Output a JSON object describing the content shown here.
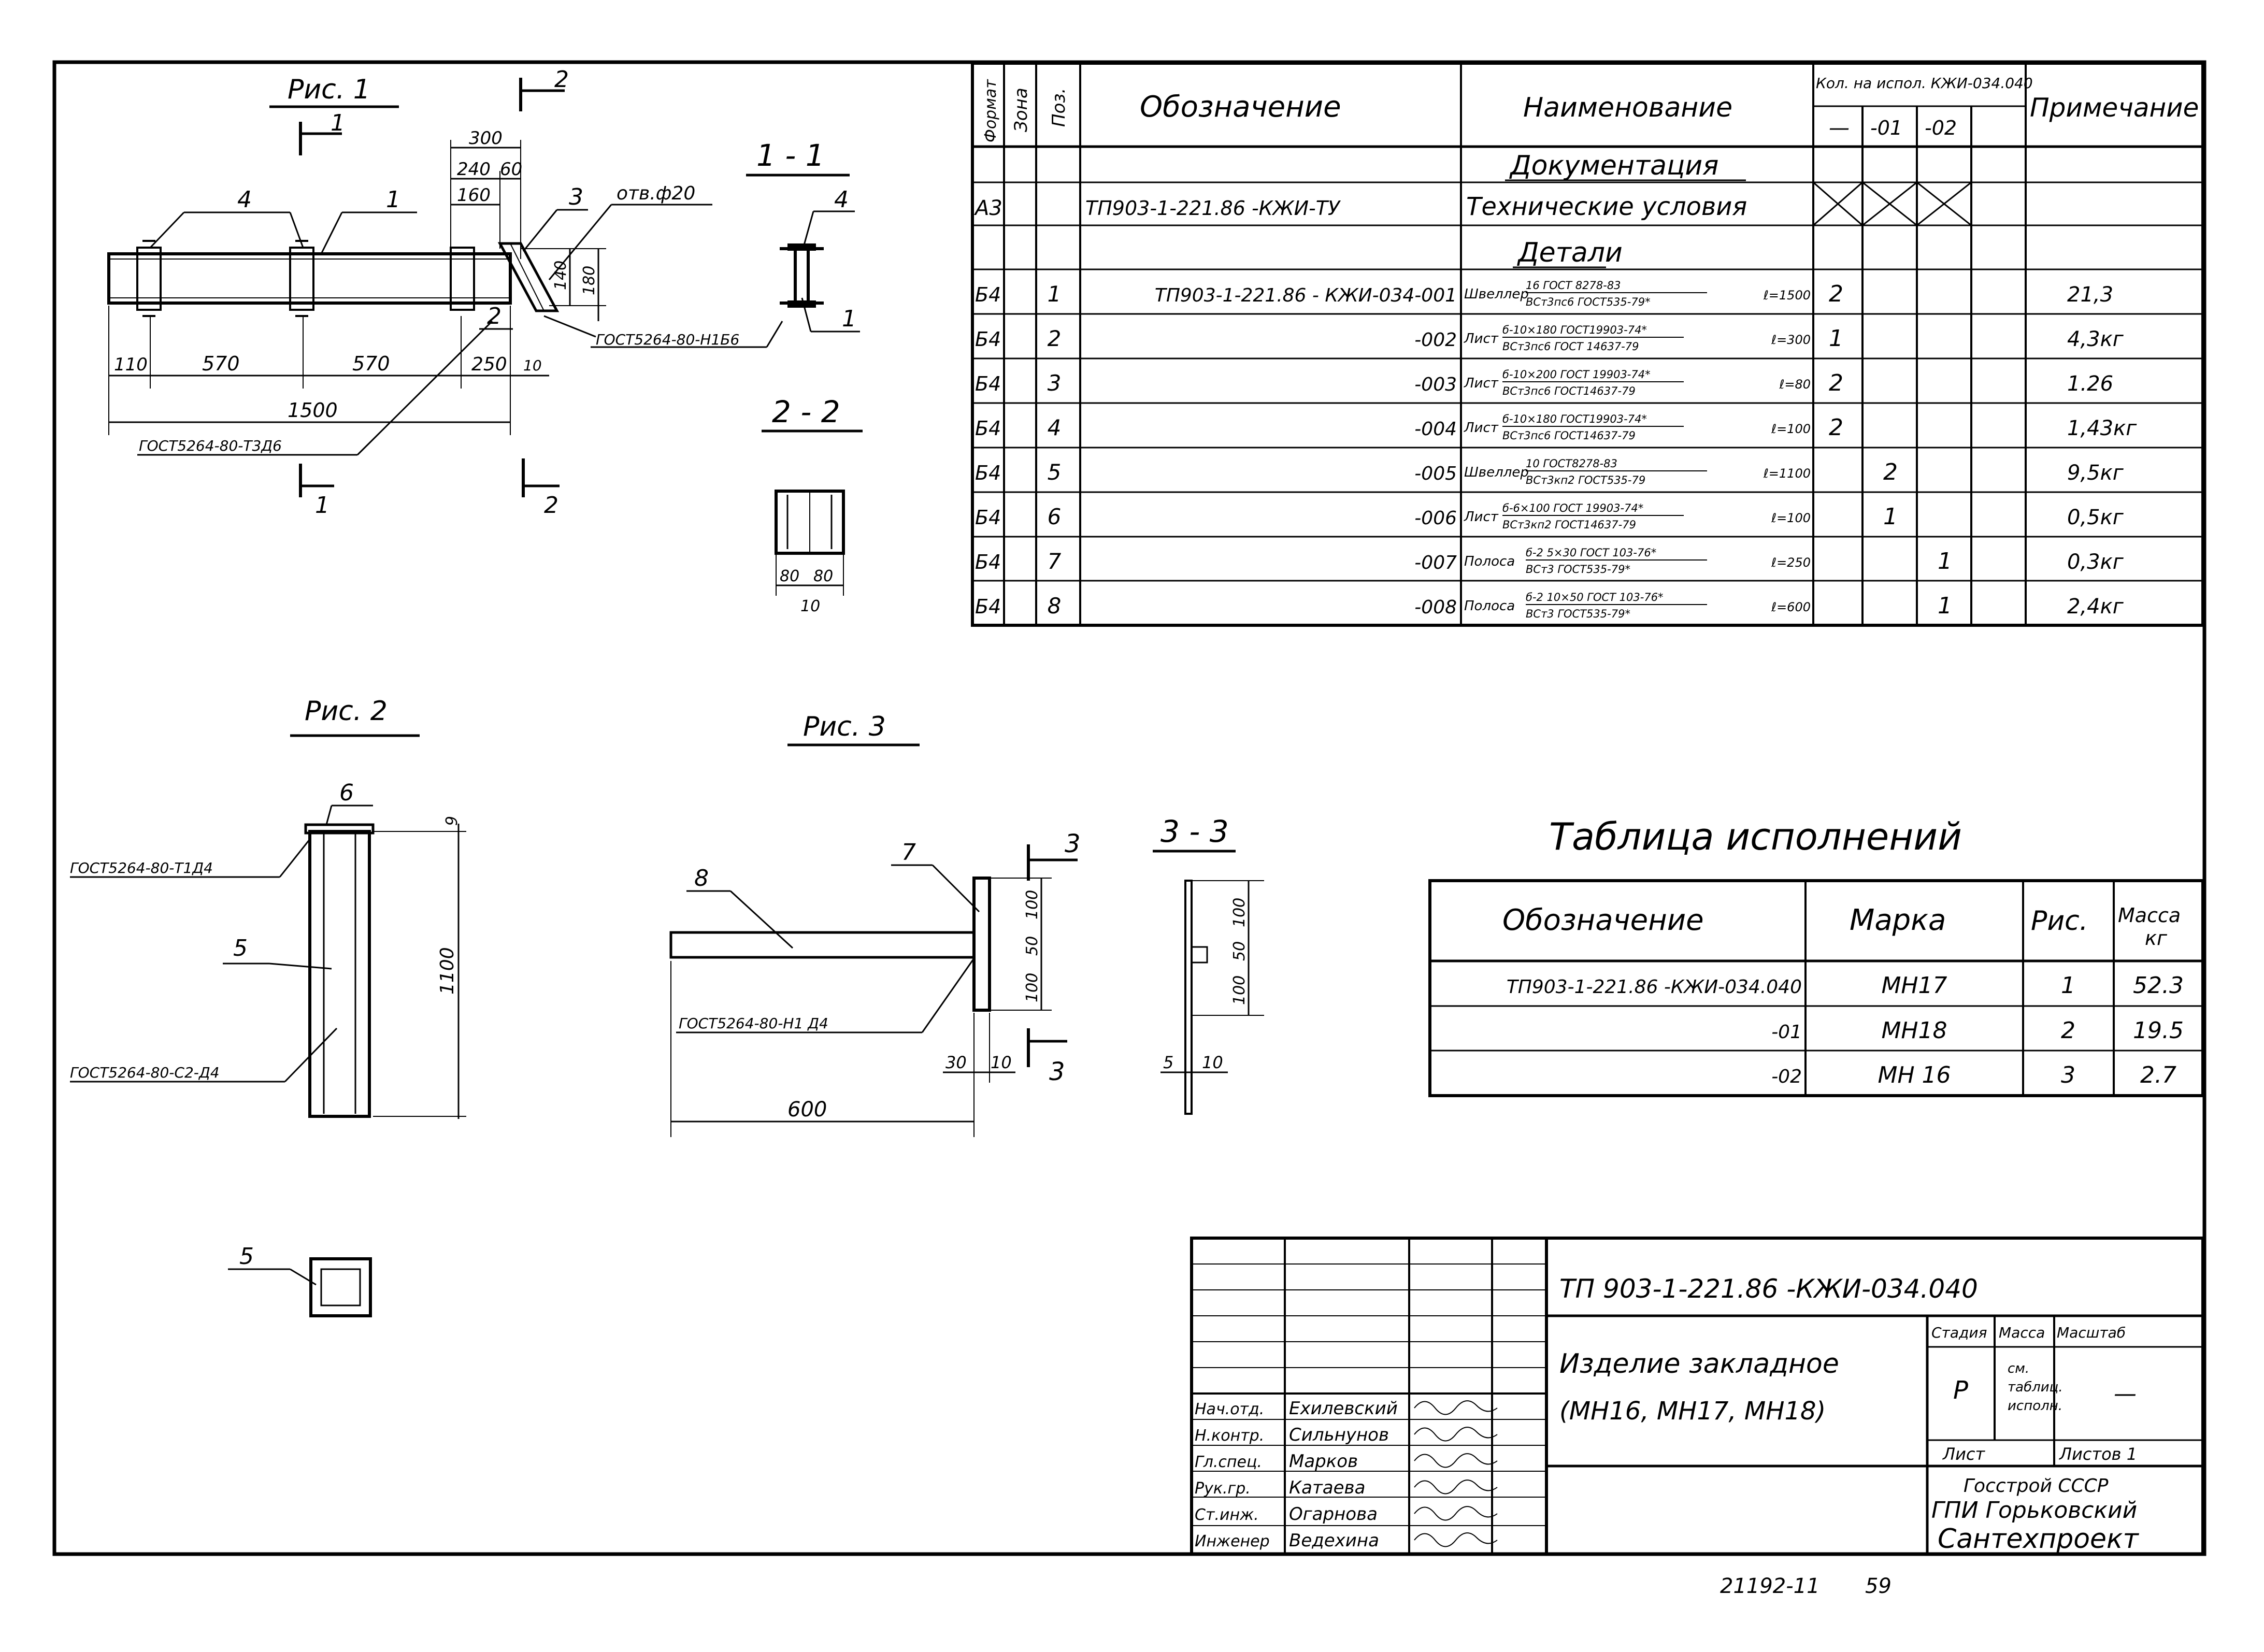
{
  "figures": {
    "fig1": {
      "title": "Рис. 1",
      "section_markers": {
        "s1": "1",
        "s2": "2"
      },
      "dims": {
        "d300": "300",
        "d240": "240",
        "d60": "60",
        "d160": "160",
        "d140": "140",
        "d180": "180",
        "d110": "110",
        "d570a": "570",
        "d570b": "570",
        "d250": "250",
        "d10": "10",
        "d1500": "1500"
      },
      "callouts": {
        "c4": "4",
        "c1": "1",
        "c3": "3",
        "c2": "2"
      },
      "hole": "отв.ф20",
      "weld1": "ГОСТ5264-80-Н1Б6",
      "weld2": "ГОСТ5264-80-Т3Д6"
    },
    "sec11": {
      "title": "1 - 1",
      "c4": "4",
      "c1": "1"
    },
    "sec22": {
      "title": "2 - 2",
      "d80a": "80",
      "d80b": "80",
      "d10": "10"
    },
    "fig2": {
      "title": "Рис. 2",
      "c6": "6",
      "c5": "5",
      "d6": "6",
      "d1100": "1100",
      "weld1": "ГОСТ5264-80-Т1Д4",
      "weld2": "ГОСТ5264-80-С2-Д4"
    },
    "fig3": {
      "title": "Рис. 3",
      "c8": "8",
      "c7": "7",
      "s3": "3",
      "s3b": "3",
      "d100a": "100",
      "d50": "50",
      "d100b": "100",
      "d30": "30",
      "d10": "10",
      "d600": "600",
      "weld": "ГОСТ5264-80-Н1 Д4"
    },
    "sec33": {
      "title": "3 - 3",
      "d100a": "100",
      "d50": "50",
      "d100b": "100",
      "d5": "5",
      "d10": "10"
    },
    "fig5": {
      "c5": "5"
    }
  },
  "spec": {
    "headers": {
      "format": "Формат",
      "zone": "Зона",
      "pos": "Поз.",
      "designation": "Обозначение",
      "name": "Наименование",
      "qty": "Кол. на испол. КЖИ-034.040",
      "v0": "—",
      "v1": "-01",
      "v2": "-02",
      "note": "Примечание"
    },
    "sections": {
      "doc": "Документация",
      "parts": "Детали"
    },
    "doc_row": {
      "format": "А3",
      "designation": "ТП903-1-221.86    -КЖИ-ТУ",
      "name": "Технические условия"
    },
    "rows": [
      {
        "format": "Б4",
        "pos": "1",
        "designation": "ТП903-1-221.86 - КЖИ-034-001",
        "name_prefix": "Швеллер",
        "num": "16 ГОСТ 8278-83",
        "den": "ВСт3пс6 ГОСТ535-79*",
        "len": "ℓ=1500",
        "q0": "2",
        "q1": "",
        "q2": "",
        "note": "21,3"
      },
      {
        "format": "Б4",
        "pos": "2",
        "designation": "-002",
        "name_prefix": "Лист",
        "num": "б-10×180 ГОСТ19903-74*",
        "den": "ВСт3пс6 ГОСТ 14637-79",
        "len": "ℓ=300",
        "q0": "1",
        "q1": "",
        "q2": "",
        "note": "4,3кг"
      },
      {
        "format": "Б4",
        "pos": "3",
        "designation": "-003",
        "name_prefix": "Лист",
        "num": "б-10×200 ГОСТ 19903-74*",
        "den": "ВСт3пс6 ГОСТ14637-79",
        "len": "ℓ=80",
        "q0": "2",
        "q1": "",
        "q2": "",
        "note": "1.26"
      },
      {
        "format": "Б4",
        "pos": "4",
        "designation": "-004",
        "name_prefix": "Лист",
        "num": "б-10×180 ГОСТ19903-74*",
        "den": "ВСт3пс6 ГОСТ14637-79",
        "len": "ℓ=100",
        "q0": "2",
        "q1": "",
        "q2": "",
        "note": "1,43кг"
      },
      {
        "format": "Б4",
        "pos": "5",
        "designation": "-005",
        "name_prefix": "Швеллер",
        "num": "10 ГОСТ8278-83",
        "den": "ВСт3кп2 ГОСТ535-79",
        "len": "ℓ=1100",
        "q0": "",
        "q1": "2",
        "q2": "",
        "note": "9,5кг"
      },
      {
        "format": "Б4",
        "pos": "6",
        "designation": "-006",
        "name_prefix": "Лист",
        "num": "б-6×100 ГОСТ 19903-74*",
        "den": "ВСт3кп2 ГОСТ14637-79",
        "len": "ℓ=100",
        "q0": "",
        "q1": "1",
        "q2": "",
        "note": "0,5кг"
      },
      {
        "format": "Б4",
        "pos": "7",
        "designation": "-007",
        "name_prefix": "Полоса",
        "num": "б-2 5×30 ГОСТ 103-76*",
        "den": "ВСт3   ГОСТ535-79*",
        "len": "ℓ=250",
        "q0": "",
        "q1": "",
        "q2": "1",
        "note": "0,3кг"
      },
      {
        "format": "Б4",
        "pos": "8",
        "designation": "-008",
        "name_prefix": "Полоса",
        "num": "б-2 10×50 ГОСТ 103-76*",
        "den": "ВСт3   ГОСТ535-79*",
        "len": "ℓ=600",
        "q0": "",
        "q1": "",
        "q2": "1",
        "note": "2,4кг"
      }
    ]
  },
  "variants": {
    "title": "Таблица исполнений",
    "headers": {
      "designation": "Обозначение",
      "mark": "Марка",
      "fig": "Рис.",
      "mass": "Масса кг"
    },
    "rows": [
      {
        "designation": "ТП903-1-221.86  -КЖИ-034.040",
        "mark": "МН17",
        "fig": "1",
        "mass": "52.3"
      },
      {
        "designation": "-01",
        "mark": "МН18",
        "fig": "2",
        "mass": "19.5"
      },
      {
        "designation": "-02",
        "mark": "МН 16",
        "fig": "3",
        "mass": "2.7"
      }
    ]
  },
  "title_block": {
    "code": "ТП 903-1-221.86        -КЖИ-034.040",
    "name_line1": "Изделие закладное",
    "name_line2": "(МН16, МН17, МН18)",
    "stage_label": "Стадия",
    "stage": "Р",
    "mass_label": "Масса",
    "mass": "см. таблиц. исполн.",
    "scale_label": "Масштаб",
    "scale": "—",
    "sheet_label": "Лист",
    "sheets_label": "Листов 1",
    "org1": "Госстрой СССР",
    "org2": "ГПИ Горьковский",
    "org3": "Сантехпроект",
    "people": [
      {
        "role": "Нач.отд.",
        "name": "Ехилевский"
      },
      {
        "role": "Н.контр.",
        "name": "Сильнунов"
      },
      {
        "role": "Гл.спец.",
        "name": "Марков"
      },
      {
        "role": "Рук.гр.",
        "name": "Катаева"
      },
      {
        "role": "Ст.инж.",
        "name": "Огарнова"
      },
      {
        "role": "Инженер",
        "name": "Ведехина"
      }
    ]
  },
  "footer": {
    "archive": "21192-11",
    "page": "59"
  }
}
